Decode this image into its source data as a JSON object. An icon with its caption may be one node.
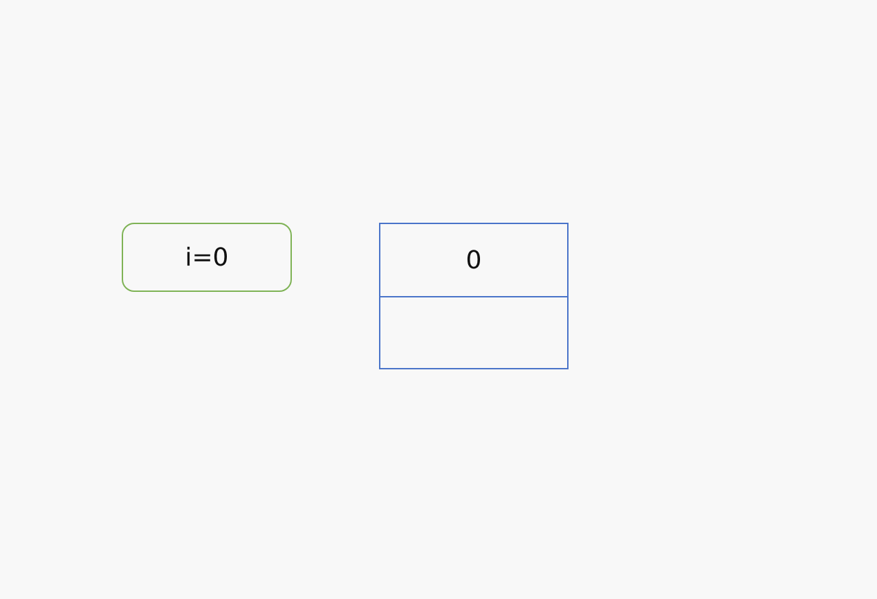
{
  "diagram": {
    "nodes": [
      {
        "text": [
          "i=0"
        ]
      },
      {
        "text": [
          "0"
        ]
      },
      {
        "text": [],
        "shape": "box"
      }
    ]
  }
}
